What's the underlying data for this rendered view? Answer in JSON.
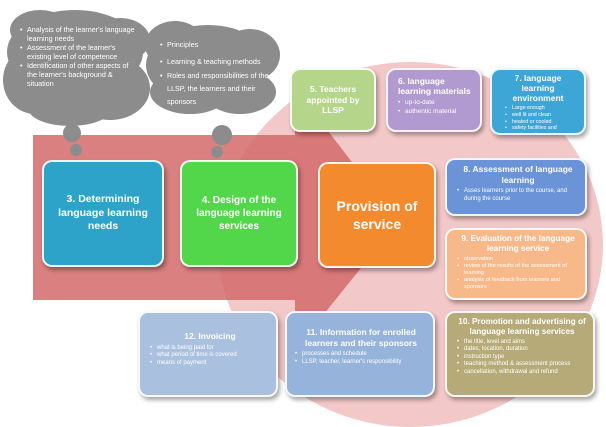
{
  "clouds": {
    "left": {
      "items": [
        "Analysis of the learner's language learning needs",
        "Assessment of the learner's existing level of competence",
        "Identification of other aspects of the learner's background & situation"
      ]
    },
    "right": {
      "items": [
        "Principles",
        "Learning & teaching methods",
        "Roles and responsibilities of the LLSP, the learners and their sponsors"
      ]
    }
  },
  "steps": {
    "s3": {
      "title": "3. Determining language learning needs"
    },
    "s4": {
      "title": "4. Design of the language learning services"
    },
    "provision": {
      "title": "Provision of service"
    },
    "s5": {
      "title": "5. Teachers appointed by LLSP"
    },
    "s6": {
      "title": "6. language learning materials",
      "items": [
        "up-to-date",
        "authentic material"
      ]
    },
    "s7": {
      "title": "7. language learning environment",
      "items": [
        "Large enough",
        "well lit and clean",
        "heated or cooled",
        "safety facilities and equipment"
      ]
    },
    "s8": {
      "title": "8. Assessment of language learning",
      "items": [
        "Asses learners prior to the course, and during the course"
      ]
    },
    "s9": {
      "title": "9. Evaluation of the language learning service",
      "items": [
        "observation",
        "review of the results of the assessment of learning",
        "analysis of feedback from learners and sponsors"
      ]
    },
    "s10": {
      "title": "10. Promotion and advertising of language learning services",
      "items": [
        "the title, level and aims",
        "dates, location, duration",
        "instruction type",
        "teaching method & assessment process",
        "cancellation, withdrawal and refund"
      ]
    },
    "s11": {
      "title": "11. Information for enrolled learners and their sponsors",
      "items": [
        "processes and schedule",
        "LLSP, teacher, learner's responsibility"
      ]
    },
    "s12": {
      "title": "12. Invoicing",
      "items": [
        "what is being paid for",
        "what period of time is covered",
        "means of payment"
      ]
    }
  },
  "colors": {
    "circle": "#f3c8c8",
    "arrow": "#d36a6a",
    "s3": "#2ea3c9",
    "s4": "#52d64a",
    "provision": "#f48a2e",
    "s5": "#b5d58a",
    "s6": "#b09ad0",
    "s7": "#3ea6d6",
    "s8": "#6a93d8",
    "s9": "#f8b98a",
    "s10": "#b6ab78",
    "s11": "#96b3dc",
    "s12": "#a9c0df",
    "cloud": "#8c8c8c"
  }
}
